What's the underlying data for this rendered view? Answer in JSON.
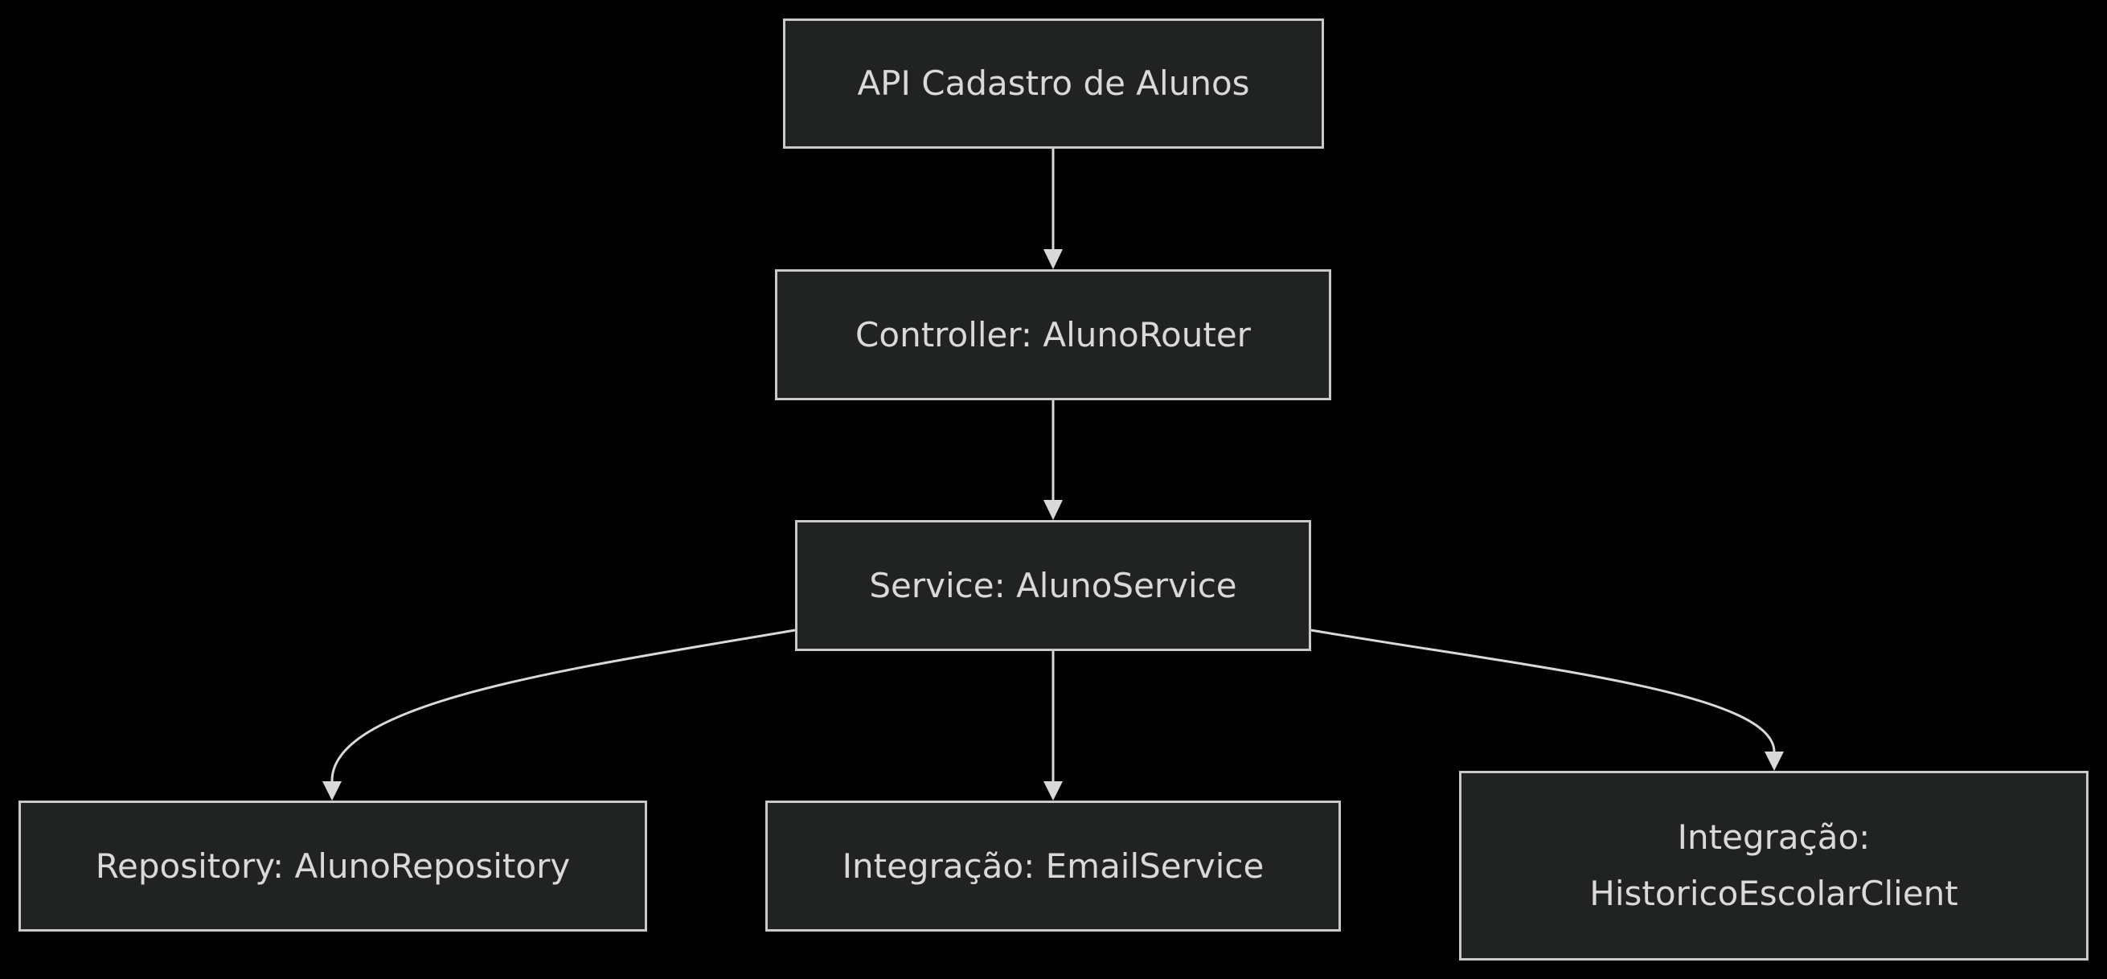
{
  "diagram": {
    "nodes": [
      {
        "id": "api",
        "label": "API Cadastro de Alunos"
      },
      {
        "id": "controller",
        "label": "Controller: AlunoRouter"
      },
      {
        "id": "service",
        "label": "Service: AlunoService"
      },
      {
        "id": "repository",
        "label": "Repository: AlunoRepository"
      },
      {
        "id": "email",
        "label": "Integração: EmailService"
      },
      {
        "id": "historico",
        "label_line1": "Integração:",
        "label_line2": "HistoricoEscolarClient"
      }
    ],
    "edges": [
      {
        "from": "api",
        "to": "controller"
      },
      {
        "from": "controller",
        "to": "service"
      },
      {
        "from": "service",
        "to": "repository"
      },
      {
        "from": "service",
        "to": "email"
      },
      {
        "from": "service",
        "to": "historico"
      }
    ],
    "colors": {
      "background": "#000000",
      "node_fill": "#202322",
      "node_border": "#c9c9c9",
      "text": "#d9d9d9",
      "edge": "#d9d9d9"
    }
  }
}
